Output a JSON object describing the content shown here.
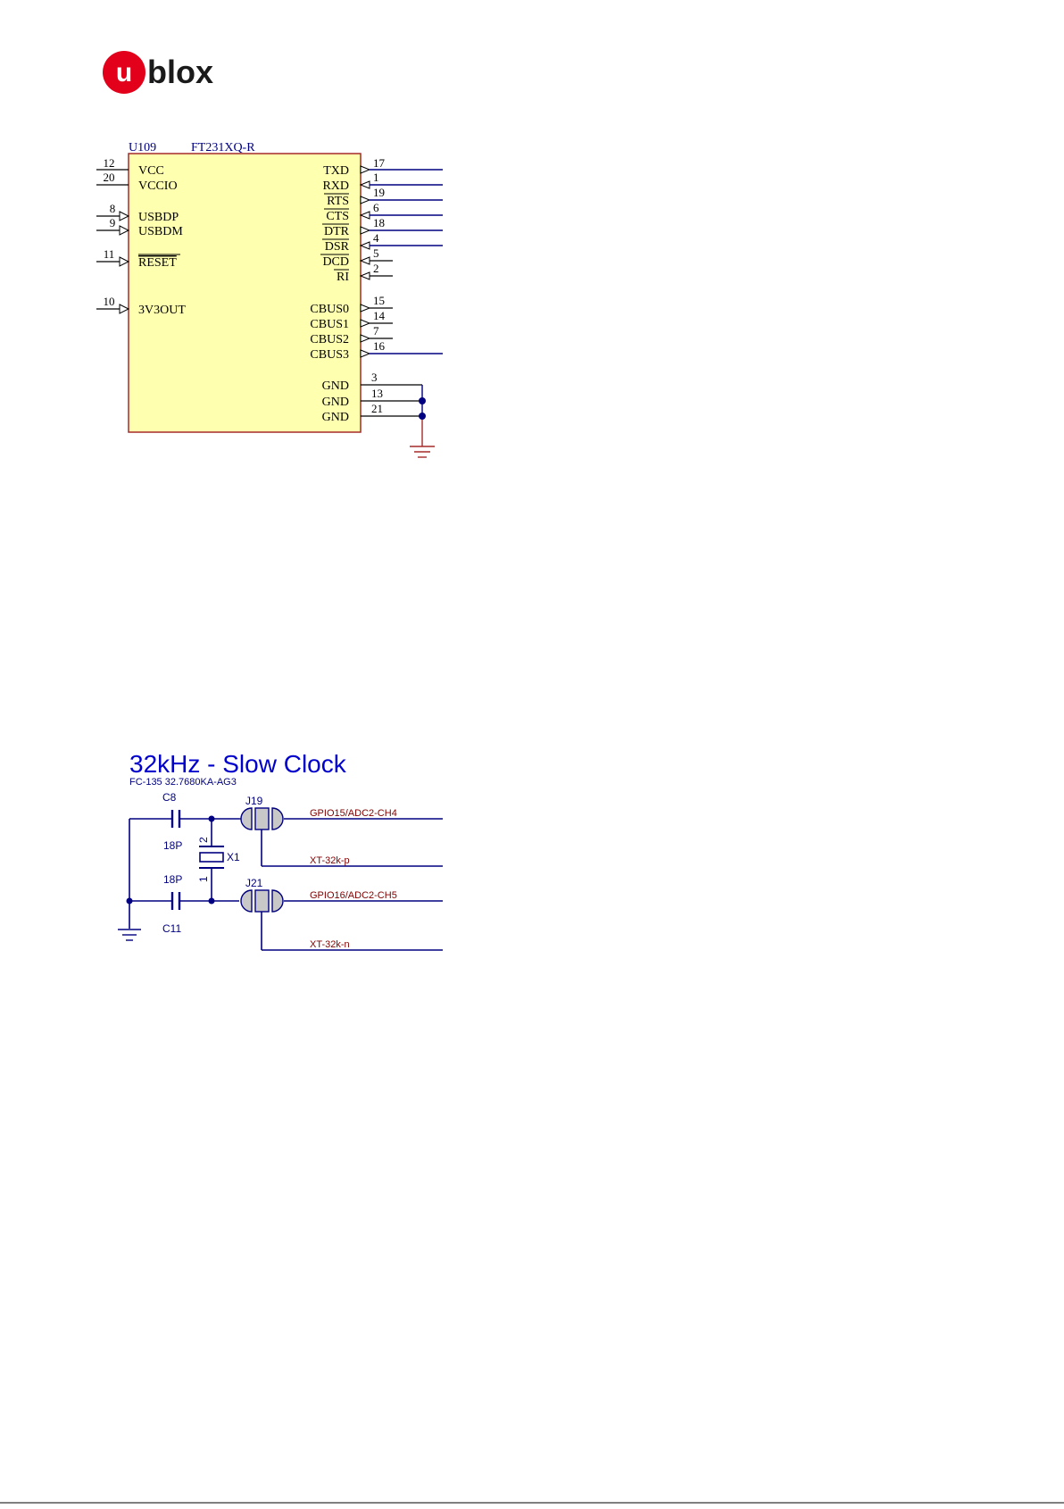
{
  "logo": {
    "text": "ublox",
    "u": "u",
    "rest": "blox",
    "brand_color": "#e2001a"
  },
  "schematic_usb": {
    "ref": "U109",
    "part": "FT231XQ-R",
    "body_color": "#ffffb0",
    "body_border": "#a52a2a",
    "wire_color": "#000080",
    "left_pins": [
      {
        "num": "12",
        "name": "VCC"
      },
      {
        "num": "20",
        "name": "VCCIO"
      },
      {
        "num": "8",
        "name": "USBDP"
      },
      {
        "num": "9",
        "name": "USBDM"
      },
      {
        "num": "11",
        "name": "RESET"
      },
      {
        "num": "10",
        "name": "3V3OUT"
      }
    ],
    "right_pins": [
      {
        "num": "17",
        "name": "TXD"
      },
      {
        "num": "1",
        "name": "RXD"
      },
      {
        "num": "19",
        "name": "RTS"
      },
      {
        "num": "6",
        "name": "CTS"
      },
      {
        "num": "18",
        "name": "DTR"
      },
      {
        "num": "4",
        "name": "DSR"
      },
      {
        "num": "5",
        "name": "DCD"
      },
      {
        "num": "2",
        "name": "RI"
      },
      {
        "num": "15",
        "name": "CBUS0"
      },
      {
        "num": "14",
        "name": "CBUS1"
      },
      {
        "num": "7",
        "name": "CBUS2"
      },
      {
        "num": "16",
        "name": "CBUS3"
      },
      {
        "num": "3",
        "name": "GND"
      },
      {
        "num": "13",
        "name": "GND"
      },
      {
        "num": "21",
        "name": "GND"
      }
    ]
  },
  "schematic_clock": {
    "title": "32kHz - Slow Clock",
    "subtitle": "FC-135 32.7680KA-AG3",
    "wire_color": "#000080",
    "label_color": "#800000",
    "c8": {
      "ref": "C8",
      "value": "18P"
    },
    "c11": {
      "ref": "C11",
      "value": "18P"
    },
    "x1": {
      "ref": "X1",
      "pin_top": "2",
      "pin_bottom": "1"
    },
    "j19": {
      "ref": "J19"
    },
    "j21": {
      "ref": "J21"
    },
    "nets": [
      "GPIO15/ADC2-CH4",
      "XT-32k-p",
      "GPIO16/ADC2-CH5",
      "XT-32k-n"
    ]
  }
}
